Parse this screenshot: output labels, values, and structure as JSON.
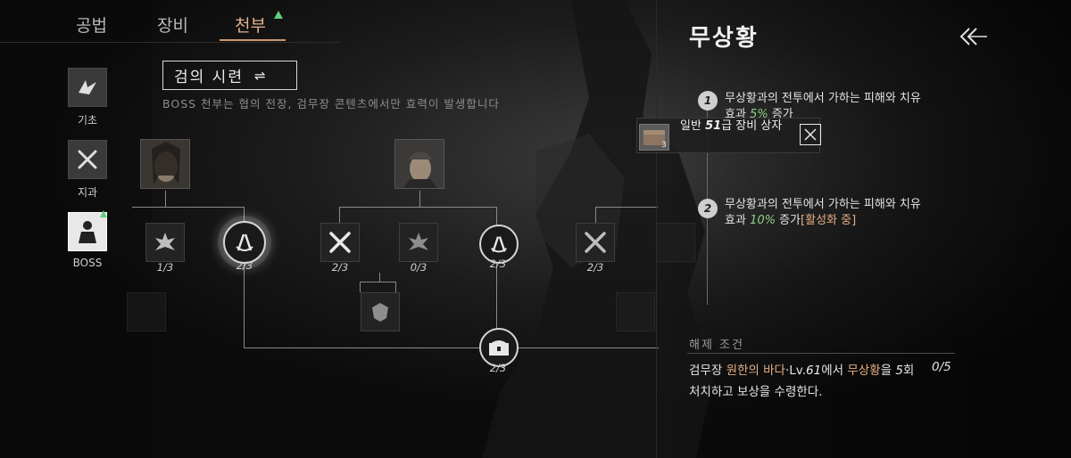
{
  "tabs": [
    {
      "label": "공법"
    },
    {
      "label": "장비"
    },
    {
      "label": "천부",
      "active": true
    }
  ],
  "categories": [
    {
      "label": "기초",
      "icon": "bird-icon"
    },
    {
      "label": "지과",
      "icon": "crossed-swords-icon"
    },
    {
      "label": "BOSS",
      "icon": "warrior-icon",
      "active": true
    }
  ],
  "trial": {
    "title": "검의 시련",
    "swap_icon": "⇌",
    "description": "BOSS 천부는 협의 전장, 검무장 콘텐츠에서만 효력이 발생합니다"
  },
  "nodes": {
    "n1": {
      "count": "1/3",
      "icon": "lotus-icon"
    },
    "n2": {
      "count": "2/3",
      "icon": "sword-emblem-icon"
    },
    "n3": {
      "count": "2/3",
      "icon": "crossed-blades-icon"
    },
    "n4": {
      "count": "0/3",
      "icon": "lotus-icon"
    },
    "n5": {
      "count": "2/3",
      "icon": "sword-emblem-icon"
    },
    "n6": {
      "count": "2/3",
      "icon": "crossed-blades-icon"
    },
    "n7": {
      "count": "2/3",
      "icon": "chest-icon"
    }
  },
  "detail": {
    "title": "무상황",
    "levels": [
      {
        "num": "1",
        "text": "무상황과의 전투에서 가하는 피해와 치유 효과 ",
        "pct": "5%",
        "suffix": " 증가",
        "active": ""
      },
      {
        "num": "2",
        "text": "무상황과의 전투에서 가하는 피해와 치유 효과 ",
        "pct": "10%",
        "suffix": " 증가",
        "active": "[활성화 중]"
      }
    ],
    "unlock_label": "해제 조건",
    "unlock": {
      "p1": "검무장 ",
      "place": "원한의 바다",
      "p2": "·Lv.",
      "level": "61",
      "p3": "에서 ",
      "boss": "무상황",
      "p4": "을 ",
      "times": "5",
      "p5": "회 처치하고 보상을 수령한다."
    },
    "progress": "0/5"
  },
  "tooltip": {
    "prefix": "일반 ",
    "level": "51",
    "suffix": "급 장비 상자",
    "qty": "3"
  },
  "colors": {
    "accent": "#e3b08a",
    "positive": "#8fd08a",
    "badge": "#5fcf7a"
  }
}
